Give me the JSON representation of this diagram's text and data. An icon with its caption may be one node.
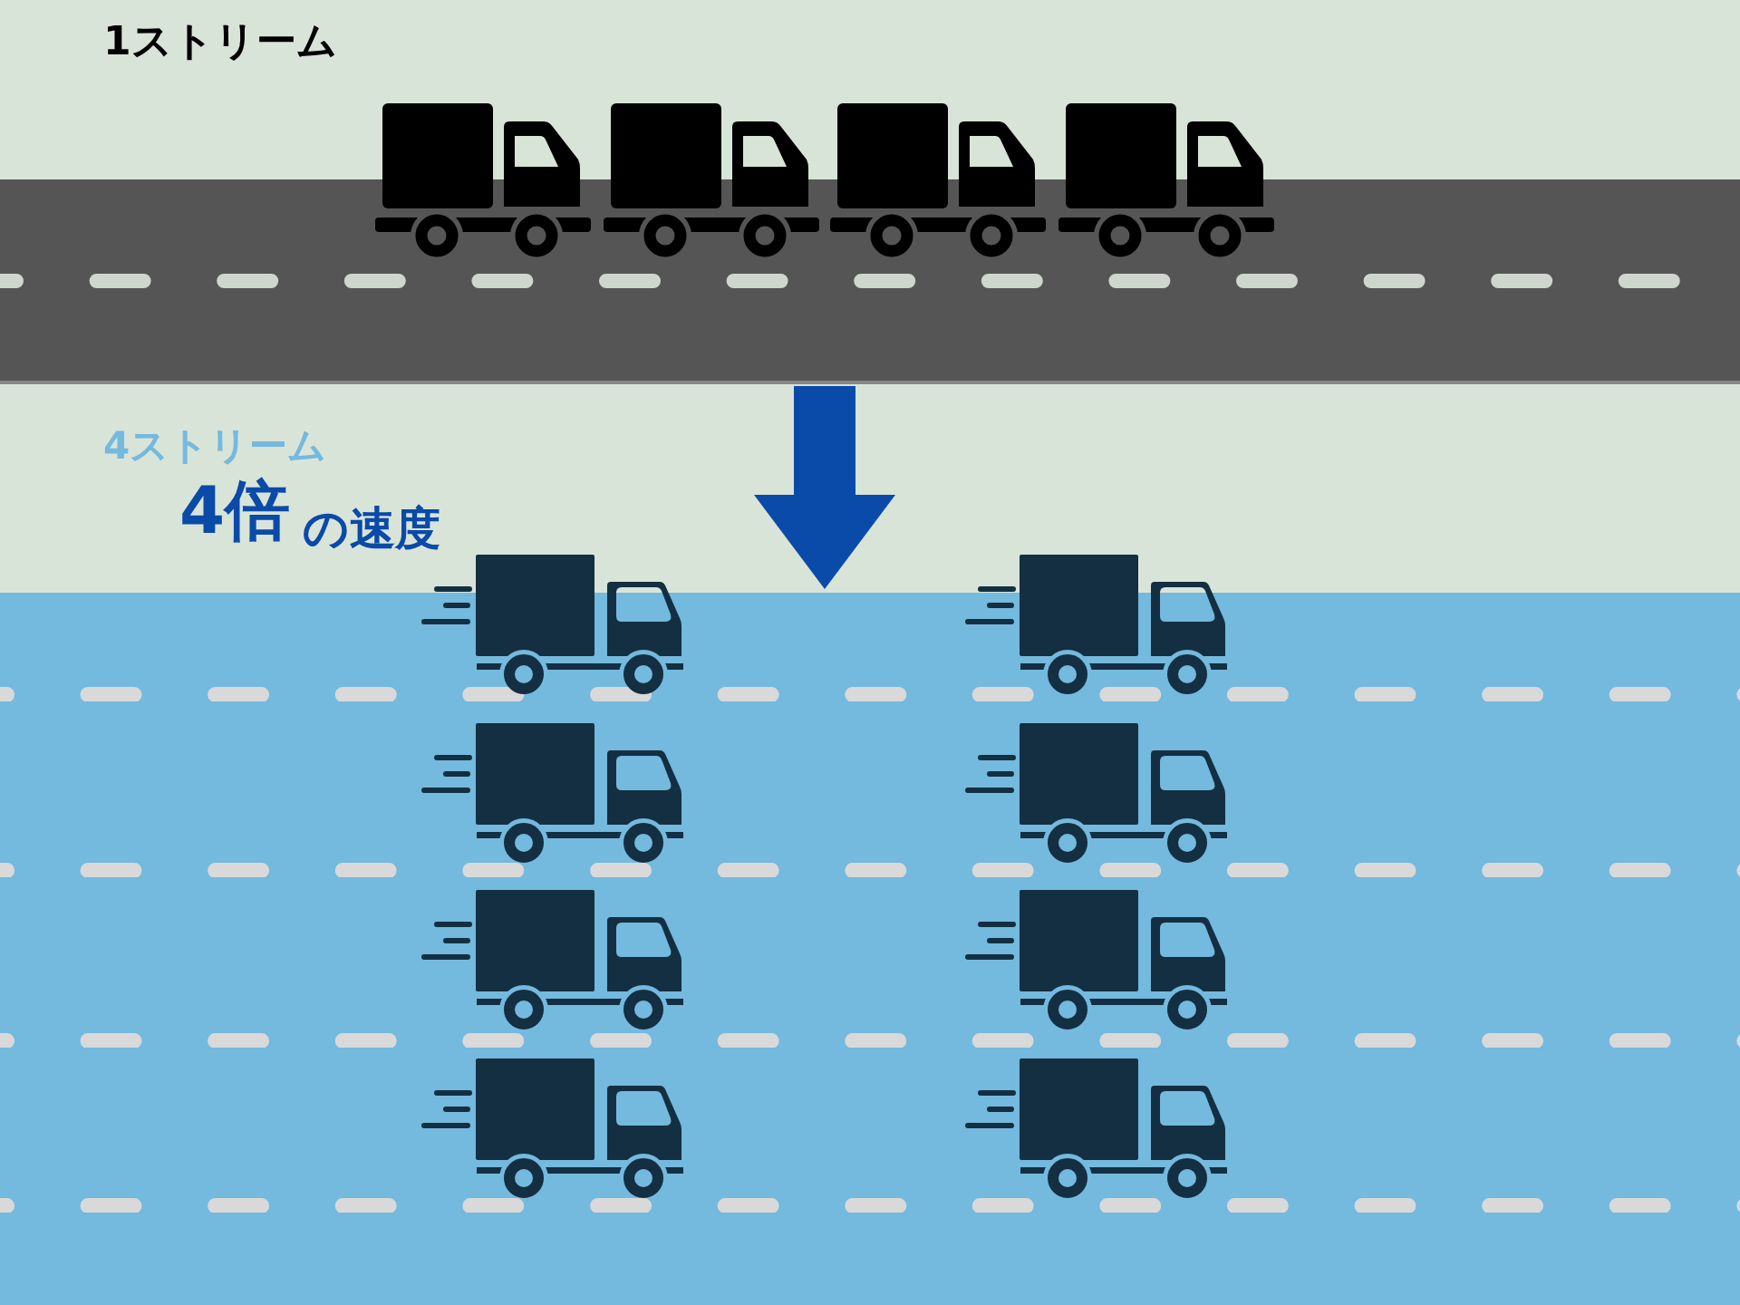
{
  "diagram": {
    "nodes": [
      {
        "text": [
          "1ストリーム"
        ]
      },
      {
        "text": [
          "4ストリーム",
          "4倍",
          "の速度"
        ]
      }
    ],
    "edges": [
      {
        "from": 0,
        "to": 1,
        "arrow": "to"
      }
    ]
  }
}
